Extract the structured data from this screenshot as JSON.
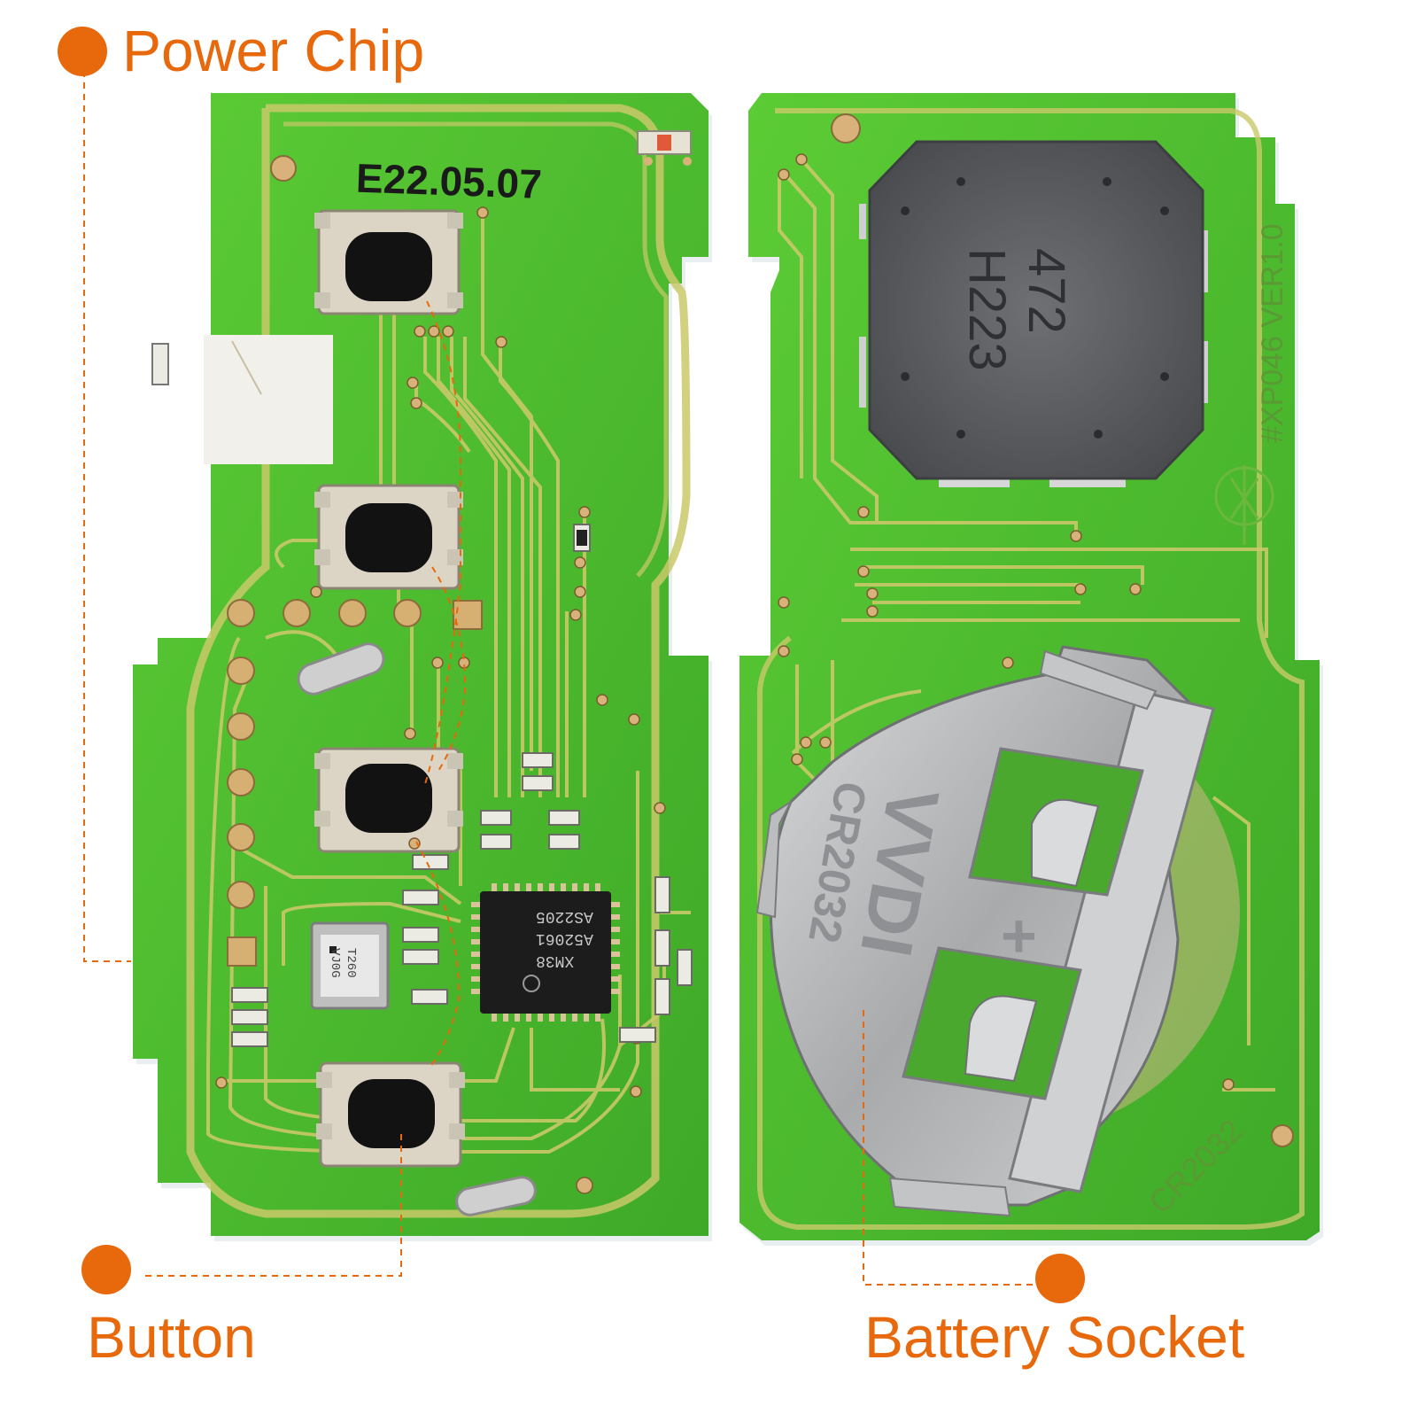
{
  "labels": {
    "power_chip": "Power Chip",
    "button": "Button",
    "battery_socket": "Battery Socket"
  },
  "silkscreen": {
    "date_code": "E22.05.07",
    "board_id": "#XP046 VER1.0",
    "battery_model": "CR2032"
  },
  "chip_marking": {
    "line1": "AS2205",
    "line2": "A52061",
    "line3": "XM38"
  },
  "crystal_marking": {
    "line1": "T260",
    "line2": "VJ0G"
  },
  "buzzer_marking": {
    "line1": "472",
    "line2": "H223"
  },
  "battery_clip_marking": {
    "brand": "VVDI",
    "model": "CR2032",
    "polarity": "+"
  },
  "colors": {
    "callout": "#e8680c",
    "pcb_green": "#4cbb2e",
    "pcb_trace": "#c9c96a",
    "metal": "#b9babc"
  }
}
